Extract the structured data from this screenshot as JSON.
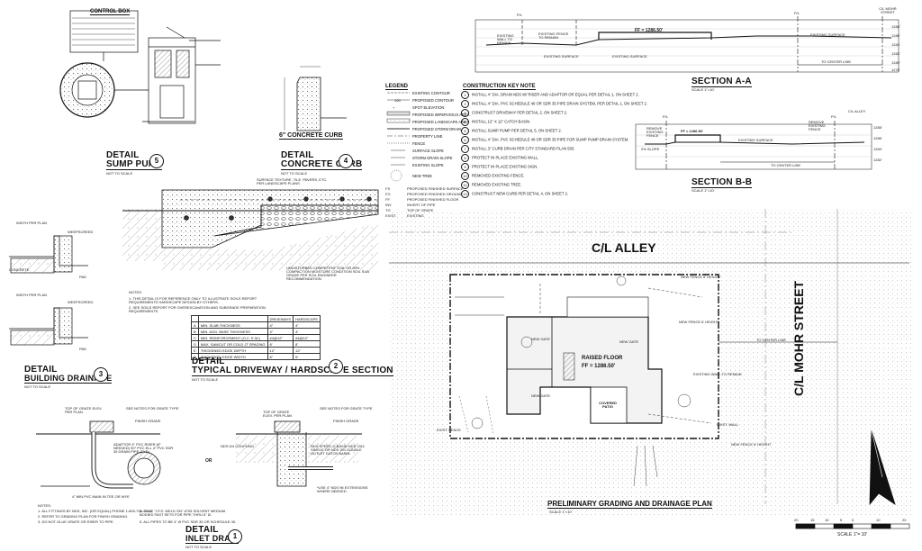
{
  "details": {
    "sump_pump": {
      "title": "DETAIL",
      "subtitle": "SUMP PUMP",
      "number": "5",
      "scale": "NOT TO SCALE"
    },
    "concrete_curb": {
      "title": "DETAIL",
      "subtitle": "CONCRETE CURB",
      "number": "4",
      "scale": "NOT TO SCALE",
      "heading": "6\" CONCRETE CURB"
    },
    "building_drainage": {
      "title": "DETAIL",
      "subtitle": "BUILDING DRAINAGE",
      "number": "3",
      "scale": "NOT TO SCALE"
    },
    "driveway": {
      "title": "DETAIL",
      "subtitle": "TYPICAL DRIVEWAY / HARDSCAPE SECTION",
      "number": "2",
      "scale": "NOT TO SCALE"
    },
    "inlet_drain": {
      "title": "DETAIL",
      "subtitle": "INLET DRAIN",
      "number": "1",
      "scale": "NOT TO SCALE"
    }
  },
  "control_box": {
    "title": "CONTROL BOX"
  },
  "driveway_table": {
    "headers": [
      "",
      "",
      "DRIVEWAYS",
      "HARDSCAPE"
    ],
    "rows": [
      [
        "A",
        "MIN. SLAB THICKNESS",
        "4\"",
        "4\""
      ],
      [
        "B",
        "MIN. AGG. BASE THICKNESS",
        "4\"",
        "4\""
      ],
      [
        "C",
        "MIN. REINFORCEMENT (O.C. E.W.)",
        "#4@12\"",
        "#4@12\""
      ],
      [
        "D",
        "MAX. SAWCUT OR COLD JT SPACING",
        "8'",
        "8'"
      ],
      [
        "E",
        "THICKENED EDGE DEPTH",
        "12\"",
        "12\""
      ],
      [
        "F",
        "THICKENED EDGE WIDTH",
        "6\"",
        "6\""
      ]
    ]
  },
  "labels": {
    "surface_texture": "SURFACE TEXTURE, TILE, PAVERS, ETC. PER LANDSCAPE PLANS",
    "undisturbed_soil": "UNDISTURBED COMPETENT SOIL OR 90% COMPACTION MOISTURE CONDITION SOIL SUB GRADE PER SOIL ENGINEER RECOMMENDATION.",
    "concrete": "CONCRETE",
    "weepscreed": "WEEPSCREED",
    "width_per_plan": "WIDTH PER PLAN",
    "pad": "PAD",
    "top_of_grate": "TOP OF GRATE ELEV. PER PLAN",
    "grate_notes": "SEE NOTES FOR GRATE TYPE",
    "finish_grade": "FINISH GRADE",
    "or": "OR",
    "inlet_note_1": "1. ALL FITTINGS BY NDS, INC. (OR EQUAL) PHONE 1-800-726-1994",
    "inlet_note_2": "2. REFER TO GRADING PLAN FOR FINISH GRADING.",
    "inlet_note_3": "3. DO NOT GLUE GRATE OR RISER TO PIPE.",
    "inlet_note_4": "4. GLUE \"I.P.S. WELD ON\" #705 SOLVENT MEDIUM BODIED FAST SETS FOR PIPE THRU 6\" Ø.",
    "inlet_note_5": "5. ALL PIPES TO BE 4\" Ø PVC SDR 35 OR SCHEDULE 40.",
    "notes_title": "NOTES:",
    "driveway_note_1": "1. THIS DETAIL IS FOR REFERENCE ONLY TO ILLUSTRATE SOILS REPORT REQUIREMENTS HARDSCAPE DESIGN BY OTHERS.",
    "driveway_note_2": "2. SEE SOILS REPORT FOR OVEREXCAVATION AND SUBGRADE PREPARATION REQUIREMENTS.",
    "nds_coupling": "NDS 6/4 COUPLING",
    "nds_catch_basin": "NDS SPEED-D-BASIN NDS 1511 SINGLE OR NDS 201 DOUBLE OUTLET CATCH BASIN.",
    "use_nds": "*USE 4\" NDS 96 EXTENSIONS WHERE NEEDED",
    "min_pvc": "4\" MIN PVC MAIN IN TEE OR WYE",
    "adaptor": "ADAPTOR 4\" PVC RISER (IF NEEDED) 90° PVC ELL 4\" PVC SDR 35 DRAIN PIPE (TYP.)"
  },
  "legend": {
    "title": "LEGEND",
    "items": [
      "EXISTING CONTOUR",
      "PROPOSED CONTOUR",
      "SPOT ELEVATION",
      "PROPOSED IMPERVIOUS AREA",
      "PROPOSED LANDSCAPE AREA",
      "PROPOSED STORM DRAIN",
      "PROPERTY LINE",
      "FENCE",
      "SURFACE SLOPE",
      "STORM DRAIN SLOPE",
      "EXISTING SLOPE",
      "NEW TREE"
    ],
    "abbreviations": [
      [
        "FS",
        "PROPOSED FINISHED SURFACE"
      ],
      [
        "FG",
        "PROPOSED FINISHED GROUND"
      ],
      [
        "FF",
        "PROPOSED FINISHED FLOOR"
      ],
      [
        "INV",
        "INVERT OF PIPE"
      ],
      [
        "TG",
        "TOP OF GRATE"
      ],
      [
        "EXIST.",
        "EXISTING"
      ]
    ]
  },
  "construction_key": {
    "title": "CONSTRUCTION KEY NOTE",
    "items": [
      "INSTALL 4\" DIA. DRAIN NDS W/ RISER AND ADAPTOR OR EQUAL PER DETAIL 1, ON SHEET 2.",
      "INSTALL 4\" DIA. PVC SCHEDULE 40 OR SDR 35 PIPE DRAIN SYSTEM, PER DETAIL 1, ON SHEET 2.",
      "CONSTRUCT DRIVEWAY PER DETAIL 2, ON SHEET 2.",
      "INSTALL 12\" X 12\" CATCH BASIN.",
      "INSTALL SUMP PUMP PER DETAIL 5, ON SHEET 2.",
      "INSTALL 4\" DIA. PVC SCHEDULE 40 OR SDR 35 PIPE FOR SUMP PUMP DRAIN SYSTEM.",
      "INSTALL 3\" CURB DRAIN PER CITY STANDARD PLAN 503.",
      "PROTECT IN PLACE EXISTING WALL.",
      "PROTECT IN PLACE EXISTING SIGN.",
      "REMOVED EXISTING FENCE.",
      "REMOVED EXISTING TREE.",
      "CONSTRUCT NEW CURB PER DETAIL 4, ON SHEET 2."
    ]
  },
  "section_a": {
    "title": "SECTION A-A",
    "scale": "SCALE 1\"=10'",
    "ff": "FF = 1286.50'",
    "labels": [
      "EXISTING WALL TO REMAIN",
      "EXISTING FENCE TO REMAIN",
      "EXISTING SURFACE",
      "EXISTING SURFACE",
      "EXISTING SURFACE",
      "TO CENTER LINE",
      "P/L",
      "P/L",
      "C/L MOHR STREET"
    ],
    "elevations": [
      "1288'",
      "1286'",
      "1284'",
      "1282'",
      "1280'",
      "1278'"
    ]
  },
  "section_b": {
    "title": "SECTION B-B",
    "scale": "SCALE 1\"=10'",
    "ff": "FF = 1286.50'",
    "labels": [
      "REMOVE EXISTING FENCE",
      "REMOVE EXISTING FENCE",
      "EXISTING SURFACE",
      "2% SLOPE",
      "TO CENTER LINE",
      "P/L",
      "P/L",
      "C/L ALLEY"
    ],
    "elevations": [
      "1288'",
      "1286'",
      "1284'",
      "1282'"
    ]
  },
  "plan": {
    "alley": "C/L ALLEY",
    "street": "C/L MOHR STREET",
    "title": "PRELIMINARY GRADING AND DRAINAGE PLAN",
    "scale": "SCALE 1\"=10'",
    "raised_floor": "RAISED FLOOR",
    "ff": "FF = 1286.50'",
    "covered_patio": "COVERED PATIO",
    "labels": [
      "NEW FENCE 6' HEIGHT",
      "NEW FENCE 6' HEIGHT",
      "NEW FENCE 6' HEIGHT",
      "TO CENTER LINE",
      "EXISTING WALL TO REMAIN",
      "NEW GATE",
      "NEW GATE",
      "NEW GATE",
      "EXIST. FENCE",
      "EXIST. WALL"
    ]
  },
  "scale_bar": {
    "ticks": [
      "20",
      "15",
      "10",
      "5",
      "0",
      "10",
      "20"
    ],
    "label": "SCALE 1\"= 10'"
  }
}
